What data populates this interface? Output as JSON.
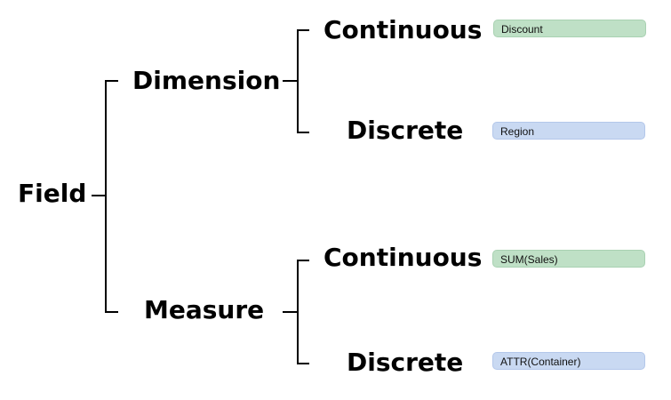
{
  "tree": {
    "root": "Field",
    "dimension": {
      "label": "Dimension",
      "continuous": {
        "label": "Continuous",
        "example": "Discount"
      },
      "discrete": {
        "label": "Discrete",
        "example": "Region"
      }
    },
    "measure": {
      "label": "Measure",
      "continuous": {
        "label": "Continuous",
        "example": "SUM(Sales)"
      },
      "discrete": {
        "label": "Discrete",
        "example": "ATTR(Container)"
      }
    }
  },
  "colors": {
    "continuous_pill": "#bfe0c6",
    "discrete_pill": "#c9d9f2",
    "connector": "#000000"
  }
}
